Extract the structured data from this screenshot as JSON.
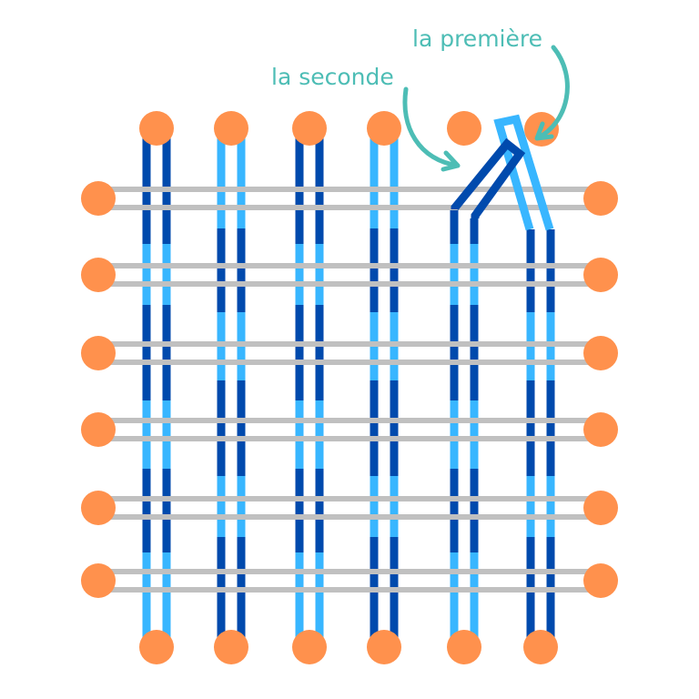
{
  "labels": {
    "first": "la première",
    "second": "la seconde"
  },
  "colors": {
    "dark_strand": "#004aad",
    "light_strand": "#38b6ff",
    "weft": "#c0c0c0",
    "peg": "#ff914d",
    "annotation": "#4dbdb5"
  },
  "diagram": {
    "columns": 6,
    "rows": 6
  }
}
